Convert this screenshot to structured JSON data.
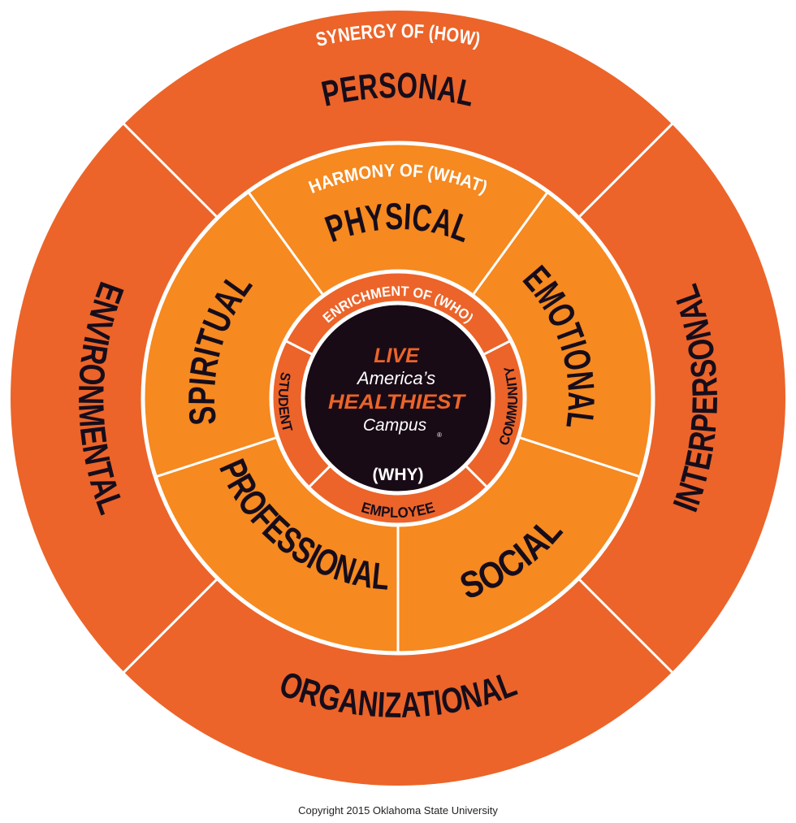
{
  "colors": {
    "outer_ring": "#ec6429",
    "middle_ring": "#f6891f",
    "inner_ring": "#ec6429",
    "core": "#190b16",
    "label_dark": "#170d1a",
    "label_light": "#ffffff",
    "core_accent": "#ec6429"
  },
  "outer_ring": {
    "heading": "SYNERGY OF (HOW)",
    "segments": [
      "PERSONAL",
      "INTERPERSONAL",
      "ORGANIZATIONAL",
      "ENVIRONMENTAL"
    ]
  },
  "middle_ring": {
    "heading": "HARMONY OF (WHAT)",
    "segments": [
      "PHYSICAL",
      "EMOTIONAL",
      "SOCIAL",
      "PROFESSIONAL",
      "SPIRITUAL"
    ]
  },
  "inner_ring": {
    "heading": "ENRICHMENT OF (WHO)",
    "segments": [
      "COMMUNITY",
      "EMPLOYEE",
      "STUDENT"
    ]
  },
  "core": {
    "line1": "LIVE",
    "line2": "America’s",
    "line3": "HEALTHIEST",
    "line4": "Campus",
    "registered": "®",
    "why": "(WHY)"
  },
  "footer": {
    "copyright": "Copyright 2015 Oklahoma State University"
  }
}
